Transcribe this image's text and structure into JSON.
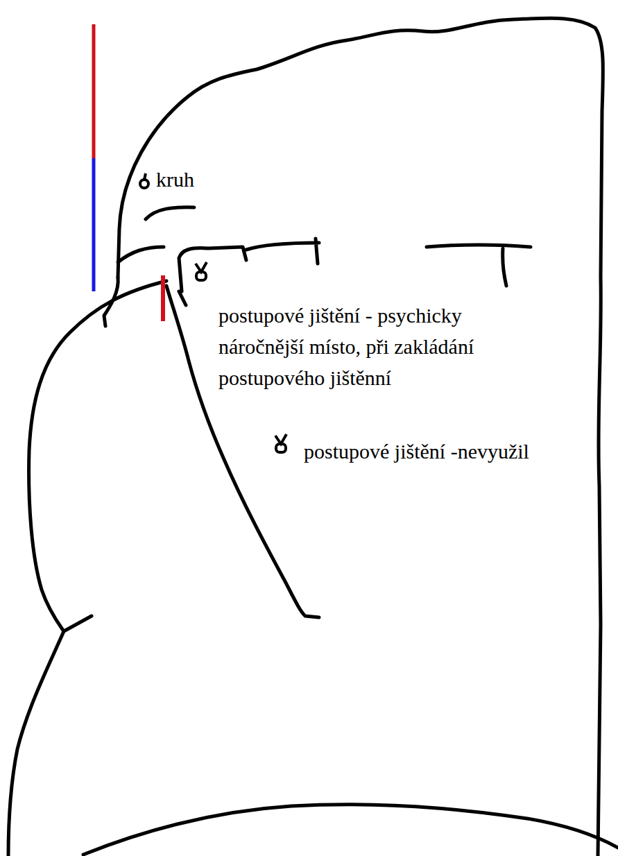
{
  "diagram": {
    "labels": [
      "kruh",
      "postupové jištění - psychicky náročnější místo, při zakládání postupového jištěnní",
      "postupové jištění -nevyužil"
    ]
  }
}
